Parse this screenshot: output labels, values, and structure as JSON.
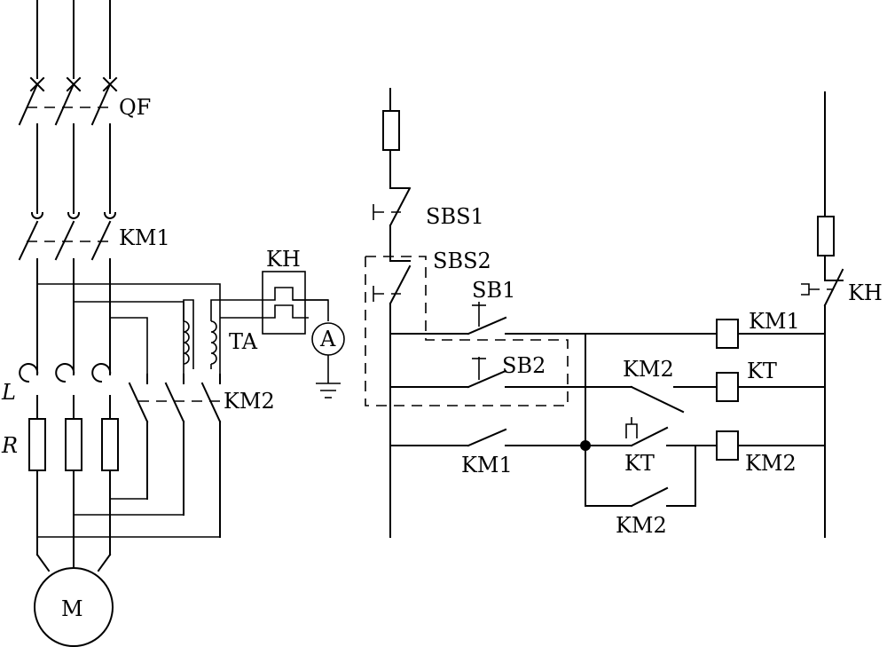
{
  "labels": {
    "qf": "QF",
    "km1_main": "KM1",
    "kh_relay": "KH",
    "ta": "TA",
    "ammeter": "A",
    "inductor": "L",
    "resistor": "R",
    "km2_main": "KM2",
    "motor": "M",
    "sbs1": "SBS1",
    "sbs2": "SBS2",
    "sb1": "SB1",
    "sb2": "SB2",
    "km2_nc": "KM2",
    "km1_hold": "KM1",
    "kt_contact": "KT",
    "km2_hold": "KM2",
    "kh_contact": "KH",
    "coil_km1": "KM1",
    "coil_kt": "KT",
    "coil_km2": "KM2"
  }
}
